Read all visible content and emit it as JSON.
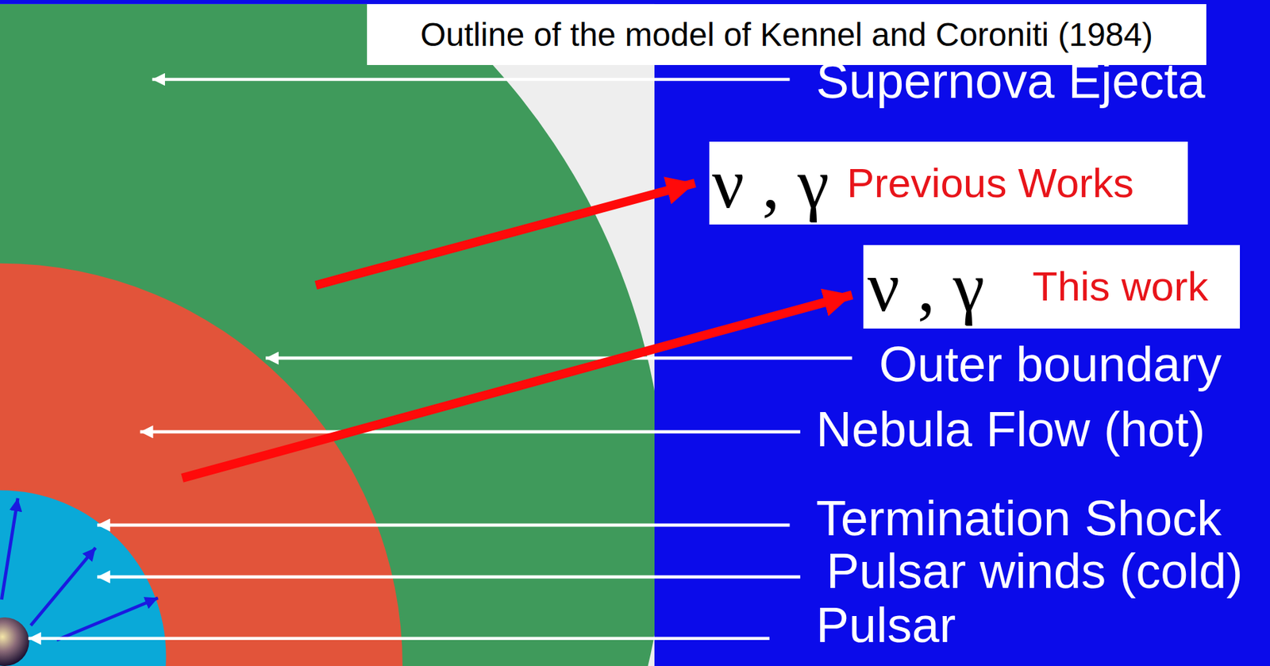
{
  "diagram": {
    "title": "Outline of the model of Kennel and Coroniti (1984)",
    "nodes": [
      {
        "text": [
          "ν , γ",
          "Previous Works"
        ]
      },
      {
        "text": [
          "ν , γ",
          "This work"
        ]
      }
    ],
    "labels": [
      "Supernova Ejecta",
      "Outer boundary",
      "Nebula Flow (hot)",
      "Termination Shock",
      "Pulsar winds (cold)",
      "Pulsar"
    ]
  }
}
